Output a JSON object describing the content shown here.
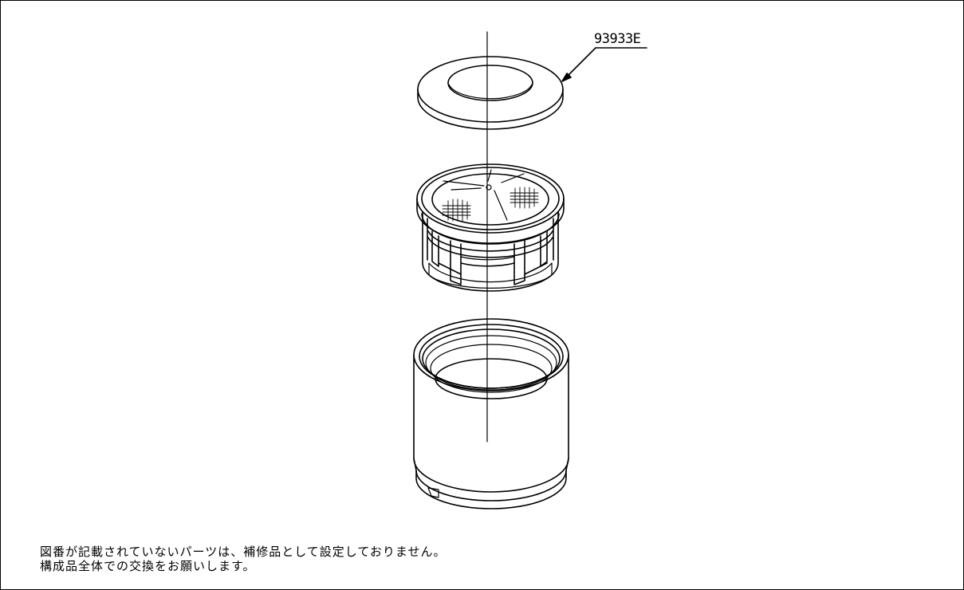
{
  "part_number": "93933E",
  "notes": {
    "line1": "図番が記載されていないパーツは、補修品として設定しておりません。",
    "line2": "構成品全体での交換をお願いします。"
  }
}
